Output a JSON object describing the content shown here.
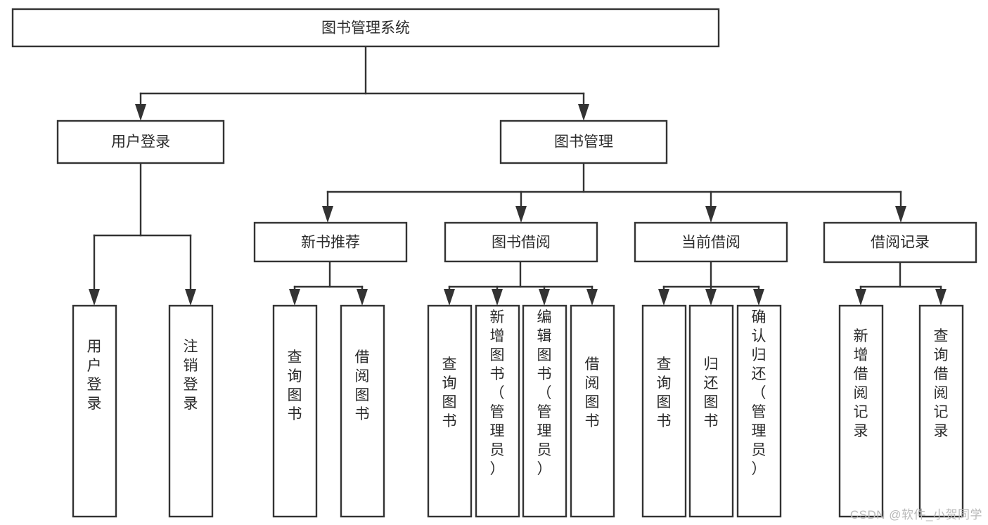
{
  "diagram": {
    "title": "图书管理系统",
    "watermark": "CSDN @软件_小贺同学",
    "type": "tree-hierarchy-flowchart",
    "levels": 4,
    "colors": {
      "box_stroke": "#333333",
      "box_fill": "#ffffff",
      "text": "#2b2b2b",
      "watermark": "#b9b9b9",
      "background": "#ffffff"
    },
    "nodes": {
      "root": {
        "id": "root",
        "label": "图书管理系统",
        "orientation": "horizontal",
        "level": 1
      },
      "l2": [
        {
          "id": "user-login",
          "label": "用户登录",
          "orientation": "horizontal",
          "level": 2
        },
        {
          "id": "book-manage",
          "label": "图书管理",
          "orientation": "horizontal",
          "level": 2
        }
      ],
      "l3": [
        {
          "id": "new-book-recommend",
          "label": "新书推荐",
          "orientation": "horizontal",
          "level": 3,
          "parent": "book-manage"
        },
        {
          "id": "book-borrow",
          "label": "图书借阅",
          "orientation": "horizontal",
          "level": 3,
          "parent": "book-manage"
        },
        {
          "id": "current-borrow",
          "label": "当前借阅",
          "orientation": "horizontal",
          "level": 3,
          "parent": "book-manage"
        },
        {
          "id": "borrow-record",
          "label": "借阅记录",
          "orientation": "horizontal",
          "level": 3,
          "parent": "book-manage"
        }
      ],
      "leaves": [
        {
          "id": "leaf-user-login",
          "label": "用户登录",
          "orientation": "vertical",
          "level": 3,
          "parent": "user-login"
        },
        {
          "id": "leaf-logout-login",
          "label": "注销登录",
          "orientation": "vertical",
          "level": 3,
          "parent": "user-login"
        },
        {
          "id": "leaf-query-book-1",
          "label": "查询图书",
          "orientation": "vertical",
          "level": 4,
          "parent": "new-book-recommend"
        },
        {
          "id": "leaf-borrow-book-1",
          "label": "借阅图书",
          "orientation": "vertical",
          "level": 4,
          "parent": "new-book-recommend"
        },
        {
          "id": "leaf-query-book-2",
          "label": "查询图书",
          "orientation": "vertical",
          "level": 4,
          "parent": "book-borrow"
        },
        {
          "id": "leaf-add-book-admin",
          "label": "新增图书（管理员）",
          "orientation": "vertical",
          "level": 4,
          "parent": "book-borrow"
        },
        {
          "id": "leaf-edit-book-admin",
          "label": "编辑图书（管理员）",
          "orientation": "vertical",
          "level": 4,
          "parent": "book-borrow"
        },
        {
          "id": "leaf-borrow-book-2",
          "label": "借阅图书",
          "orientation": "vertical",
          "level": 4,
          "parent": "book-borrow"
        },
        {
          "id": "leaf-query-book-3",
          "label": "查询图书",
          "orientation": "vertical",
          "level": 4,
          "parent": "current-borrow"
        },
        {
          "id": "leaf-return-book",
          "label": "归还图书",
          "orientation": "vertical",
          "level": 4,
          "parent": "current-borrow"
        },
        {
          "id": "leaf-confirm-return-admin",
          "label": "确认归还（管理员）",
          "orientation": "vertical",
          "level": 4,
          "parent": "current-borrow"
        },
        {
          "id": "leaf-add-borrow-record",
          "label": "新增借阅记录",
          "orientation": "vertical",
          "level": 4,
          "parent": "borrow-record"
        },
        {
          "id": "leaf-query-borrow-record",
          "label": "查询借阅记录",
          "orientation": "vertical",
          "level": 4,
          "parent": "borrow-record"
        }
      ]
    }
  }
}
